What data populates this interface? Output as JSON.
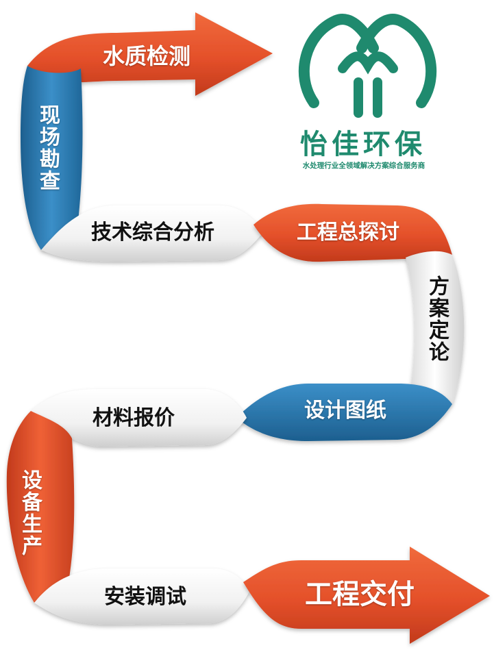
{
  "brand": {
    "name": "怡佳环保",
    "tagline": "水处理行业全领域解决方案综合服务商",
    "color": "#1f8a6e"
  },
  "steps": [
    {
      "label": "水质检测",
      "style": "orange"
    },
    {
      "label": "现场勘查",
      "style": "blue"
    },
    {
      "label": "技术综合分析",
      "style": "white"
    },
    {
      "label": "工程总探讨",
      "style": "orange"
    },
    {
      "label": "方案定论",
      "style": "white"
    },
    {
      "label": "设计图纸",
      "style": "blue"
    },
    {
      "label": "材料报价",
      "style": "white"
    },
    {
      "label": "设备生产",
      "style": "orange"
    },
    {
      "label": "安装调试",
      "style": "white"
    },
    {
      "label": "工程交付",
      "style": "orange"
    }
  ],
  "colors": {
    "orange": "#e8552a",
    "blue": "#2b7db6",
    "white": "#f4f4f4"
  }
}
